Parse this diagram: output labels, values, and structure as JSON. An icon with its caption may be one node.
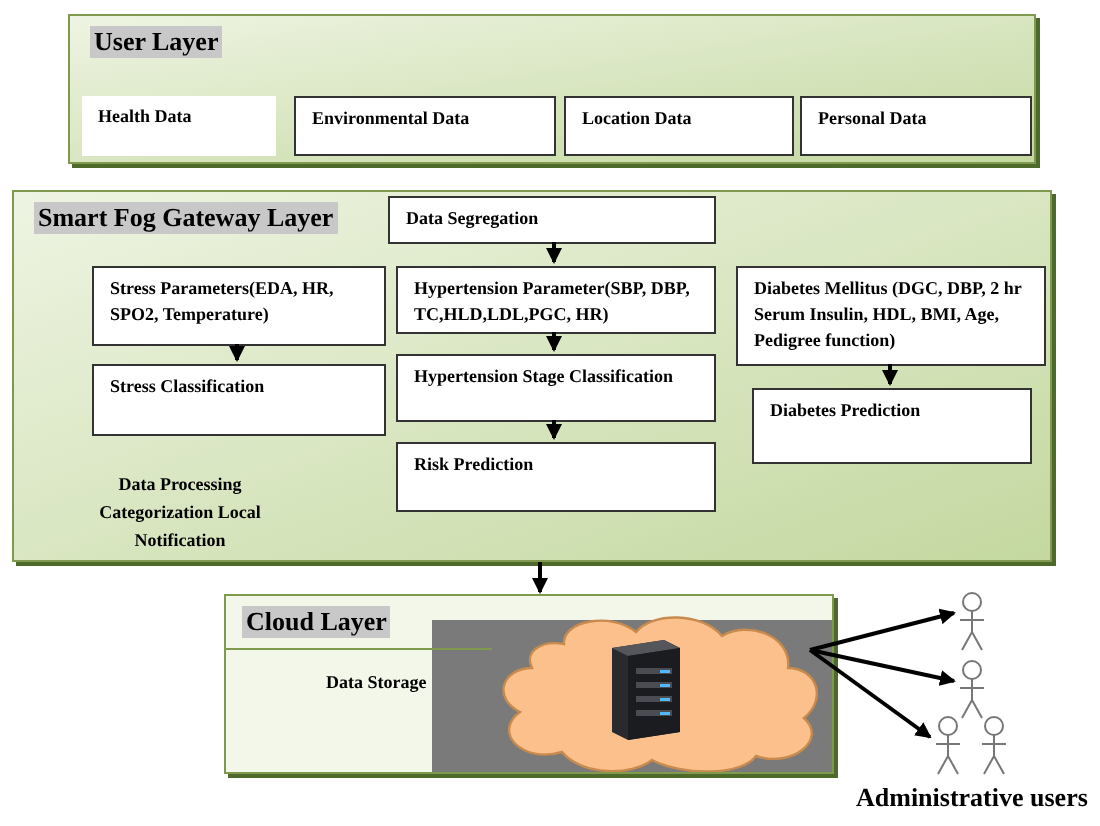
{
  "diagram": {
    "nodes": [
      {
        "text": [
          "User Layer"
        ]
      },
      {
        "text": [
          "Health Data"
        ],
        "in": 0
      },
      {
        "text": [
          "Environmental Data"
        ],
        "in": 0
      },
      {
        "text": [
          "Location Data"
        ],
        "in": 0
      },
      {
        "text": [
          "Personal Data"
        ],
        "in": 0
      },
      {
        "text": [
          "Smart Fog Gateway Layer",
          "Data Processing Categorization Local Notification"
        ]
      },
      {
        "text": [
          "Data Segregation"
        ],
        "in": 5
      },
      {
        "text": [
          "Stress Parameters(EDA, HR, SPO2, Temperature)"
        ],
        "in": 5
      },
      {
        "text": [
          "Hypertension Parameter(SBP, DBP, TC,HLD,LDL,PGC, HR)"
        ],
        "in": 5
      },
      {
        "text": [
          "Stress Classification"
        ],
        "in": 5
      },
      {
        "text": [
          "Hypertension Stage Classification"
        ],
        "in": 5
      },
      {
        "text": [
          "Risk Prediction"
        ],
        "in": 5
      },
      {
        "text": [
          "Diabetes Mellitus (DGC, DBP, 2 hr Serum Insulin, HDL, BMI, Age, Pedigree function)"
        ],
        "in": 5
      },
      {
        "text": [
          "Diabetes Prediction"
        ],
        "in": 5
      },
      {
        "text": [
          "Cloud Layer",
          "Data Storage"
        ]
      },
      {
        "text": [],
        "shape": "cloud",
        "in": 14
      },
      {
        "text": [],
        "shape": "person"
      },
      {
        "text": [],
        "shape": "person"
      },
      {
        "text": [],
        "shape": "person"
      },
      {
        "text": [],
        "shape": "person"
      }
    ],
    "edges": [
      {
        "from": 6,
        "to": 8,
        "arrow": "to"
      },
      {
        "from": 7,
        "to": 9,
        "arrow": "to"
      },
      {
        "from": 8,
        "to": 10,
        "arrow": "to"
      },
      {
        "from": 10,
        "to": 11,
        "arrow": "to"
      },
      {
        "from": 12,
        "to": 13,
        "arrow": "to"
      },
      {
        "from": 5,
        "to": 14,
        "arrow": "to"
      },
      {
        "from": 15,
        "to": 16,
        "arrow": "to"
      },
      {
        "from": 15,
        "to": 17,
        "arrow": "to"
      },
      {
        "from": 15,
        "to": 18,
        "arrow": "to"
      }
    ],
    "labels": [
      "Administrative users"
    ]
  }
}
